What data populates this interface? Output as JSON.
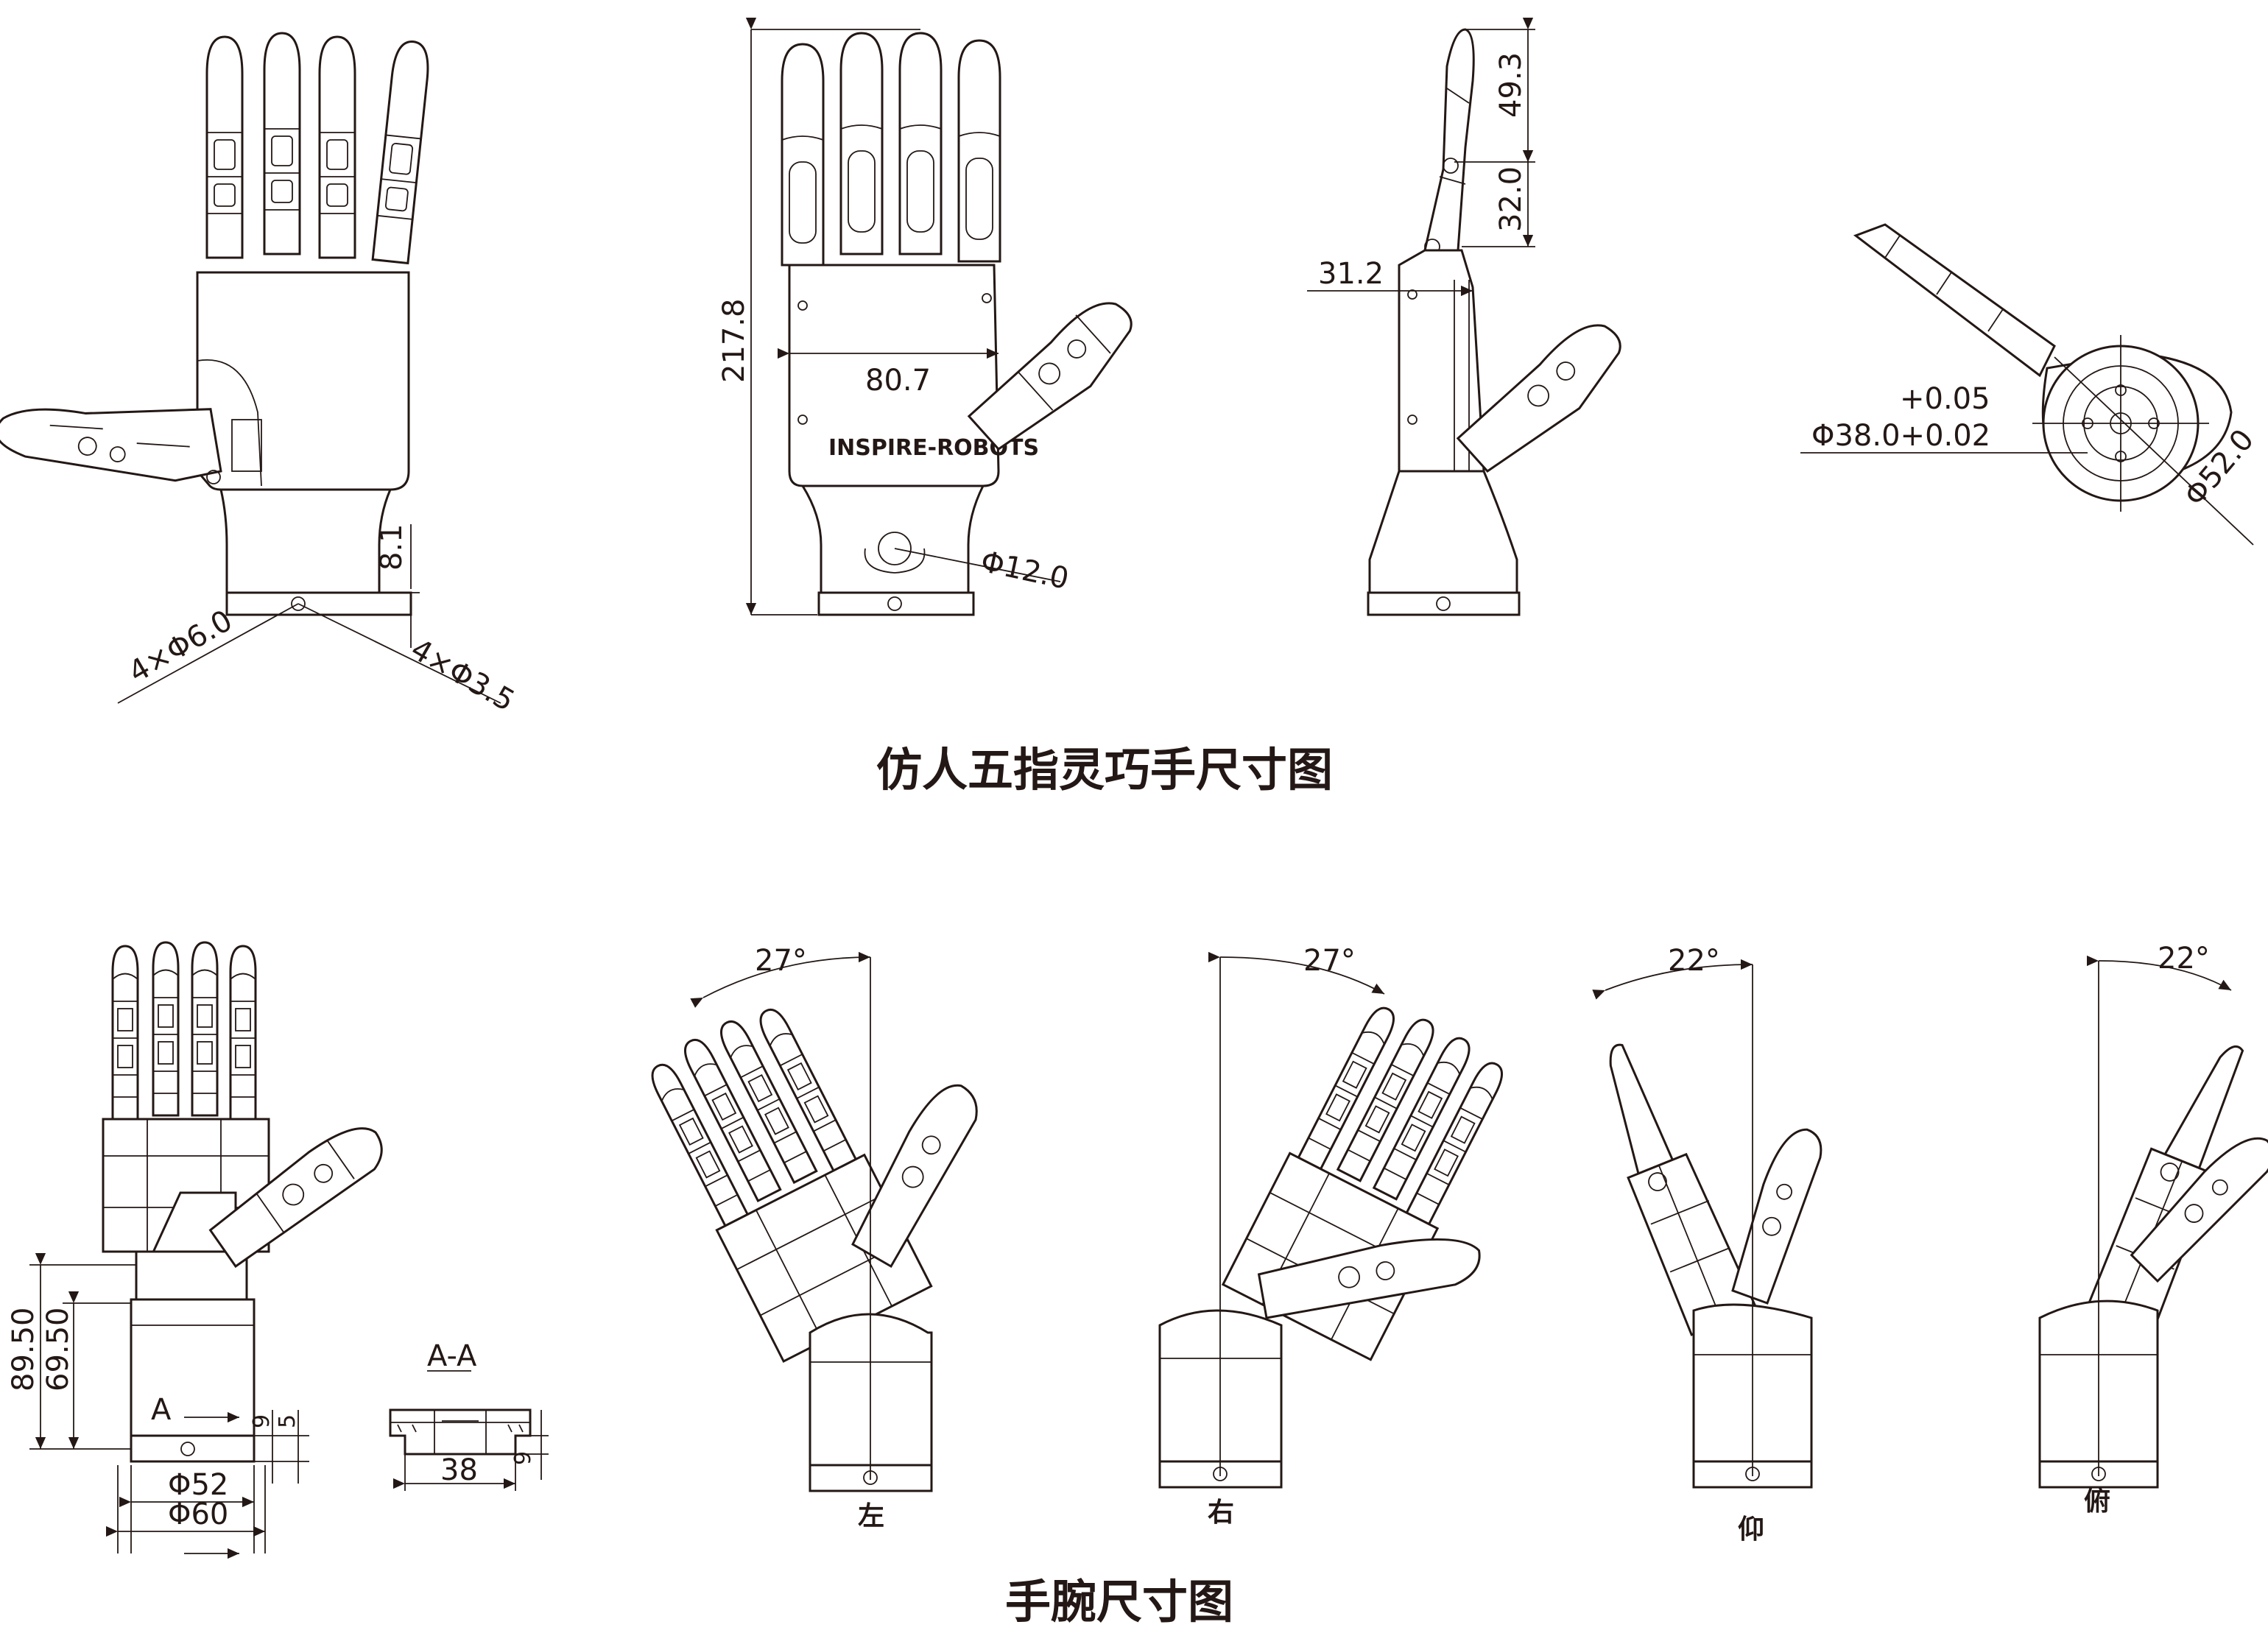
{
  "titles": {
    "hand": "仿人五指灵巧手尺寸图",
    "wrist": "手腕尺寸图"
  },
  "hand_dims": {
    "base_height": "8.1",
    "hole_a": "4×Φ6.0",
    "hole_b": "4×Φ3.5",
    "overall_height": "217.8",
    "palm_width": "80.7",
    "brand": "INSPIRE-ROBOTS",
    "wrist_hole": "Φ12.0",
    "finger_top": "49.3",
    "finger_mid": "32.0",
    "thickness": "31.2",
    "tol_upper": "+0.05",
    "flange": "Φ38.0+0.02",
    "outer_dia": "Φ52.0"
  },
  "wrist_dims": {
    "total": "89.50",
    "lower": "69.50",
    "section_mark": "A",
    "d9": "9",
    "d5": "5",
    "dia52": "Φ52",
    "dia60": "Φ60",
    "section_title": "A-A",
    "width38": "38",
    "sec9": "9"
  },
  "wrist_views": [
    {
      "caption": "左",
      "angle": "27°"
    },
    {
      "caption": "右",
      "angle": "27°"
    },
    {
      "caption": "仰",
      "angle": "22°"
    },
    {
      "caption": "俯",
      "angle": "22°"
    }
  ]
}
